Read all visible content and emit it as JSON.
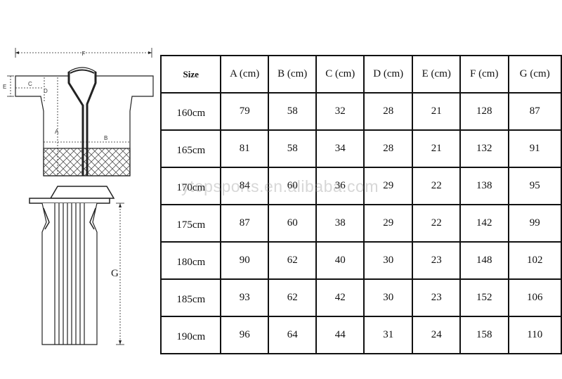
{
  "diagram": {
    "labels": {
      "A": "A",
      "B": "B",
      "C": "C",
      "D": "D",
      "E": "E",
      "F": "F",
      "G": "G"
    }
  },
  "table": {
    "headers": [
      "Size",
      "A (cm)",
      "B (cm)",
      "C (cm)",
      "D (cm)",
      "E (cm)",
      "F (cm)",
      "G (cm)"
    ],
    "rows": [
      [
        "160cm",
        "79",
        "58",
        "32",
        "28",
        "21",
        "128",
        "87"
      ],
      [
        "165cm",
        "81",
        "58",
        "34",
        "28",
        "21",
        "132",
        "91"
      ],
      [
        "170cm",
        "84",
        "60",
        "36",
        "29",
        "22",
        "138",
        "95"
      ],
      [
        "175cm",
        "87",
        "60",
        "38",
        "29",
        "22",
        "142",
        "99"
      ],
      [
        "180cm",
        "90",
        "62",
        "40",
        "30",
        "23",
        "148",
        "102"
      ],
      [
        "185cm",
        "93",
        "62",
        "42",
        "30",
        "23",
        "152",
        "106"
      ],
      [
        "190cm",
        "96",
        "64",
        "44",
        "31",
        "24",
        "158",
        "110"
      ]
    ]
  },
  "watermark": "ytopsports.en.alibaba.com"
}
